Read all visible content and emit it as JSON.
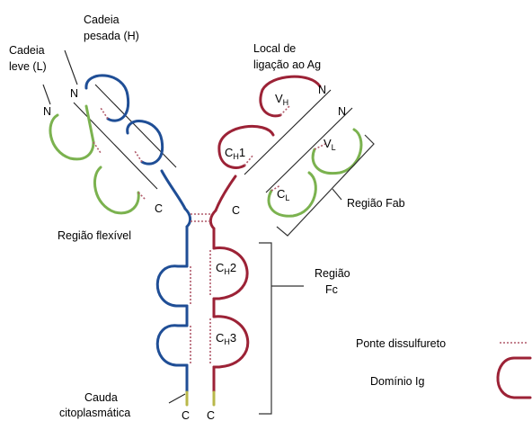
{
  "labels": {
    "heavy_chain": [
      "Cadeia",
      "pesada (H)"
    ],
    "light_chain": [
      "Cadeia",
      "leve (L)"
    ],
    "binding_site": [
      "Local de",
      "ligação ao Ag"
    ],
    "fab": "Região Fab",
    "hinge": "Região flexível",
    "fc": [
      "Região",
      "Fc"
    ],
    "tail": [
      "Cauda",
      "citoplasmática"
    ],
    "disulfide": "Ponte dissulfureto",
    "ig_domain": "Domínio Ig"
  },
  "termini": {
    "n": "N",
    "c": "C"
  },
  "domains": {
    "vh": {
      "main": "V",
      "sub": "H"
    },
    "ch1": {
      "main": "C",
      "sub": "H",
      "suffix": "1"
    },
    "vl": {
      "main": "V",
      "sub": "L"
    },
    "cl": {
      "main": "C",
      "sub": "L"
    },
    "ch2": {
      "main": "C",
      "sub": "H",
      "suffix": "2"
    },
    "ch3": {
      "main": "C",
      "sub": "H",
      "suffix": "3"
    }
  },
  "colors": {
    "heavy_left": "#1f4e96",
    "heavy_right": "#9c2236",
    "light": "#7bb24f",
    "tail": "#b9b84a",
    "disulfide": "#b05a6a"
  }
}
